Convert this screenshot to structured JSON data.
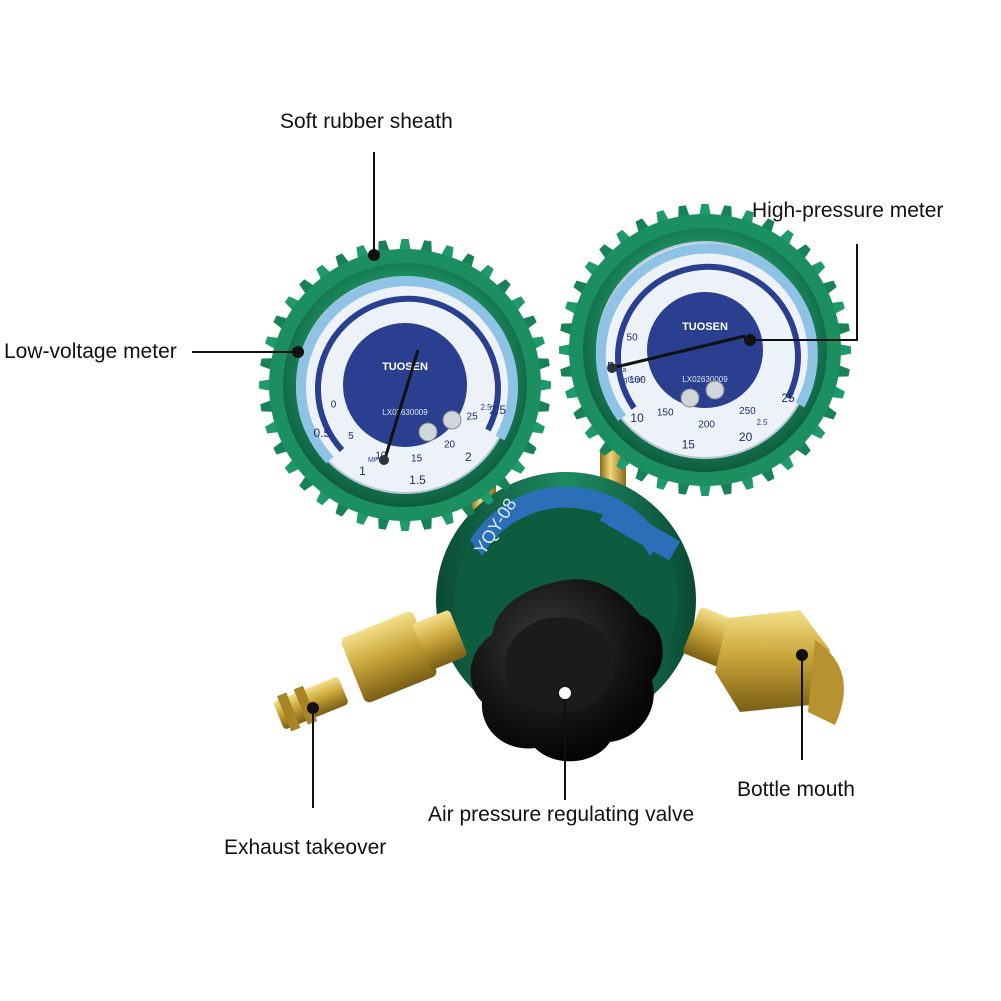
{
  "labels": {
    "sheath": "Soft rubber sheath",
    "high_meter": "High-pressure meter",
    "low_meter": "Low-voltage meter",
    "exhaust": "Exhaust takeover",
    "valve": "Air pressure regulating valve",
    "bottle": "Bottle mouth"
  },
  "left_gauge": {
    "brand": "TUOSEN",
    "scale_outer": [
      "0.5",
      "1",
      "1.5",
      "2",
      "2.5"
    ],
    "scale_inner": [
      "0",
      "5",
      "10",
      "15",
      "20",
      "25"
    ],
    "serial": "LX02630009",
    "unit_outer": "MPa",
    "unit_inner": "kgf/cm²",
    "class": "2.5"
  },
  "right_gauge": {
    "brand": "TUOSEN",
    "scale_outer": [
      "5",
      "10",
      "15",
      "20",
      "25"
    ],
    "scale_inner": [
      "50",
      "100",
      "150",
      "200",
      "250"
    ],
    "serial": "LX02630009",
    "unit_outer": "MPa",
    "unit_inner": "kgf/cm²",
    "class": "2.5"
  },
  "body": {
    "model": "YQY-08"
  },
  "colors": {
    "rubber": "#1f9a6a",
    "rubber_dark": "#0f6e4a",
    "dial_blue": "#2a3f8f",
    "dial_light": "#8ec3e6",
    "brass": "#c9a63a",
    "knob": "#111111"
  }
}
